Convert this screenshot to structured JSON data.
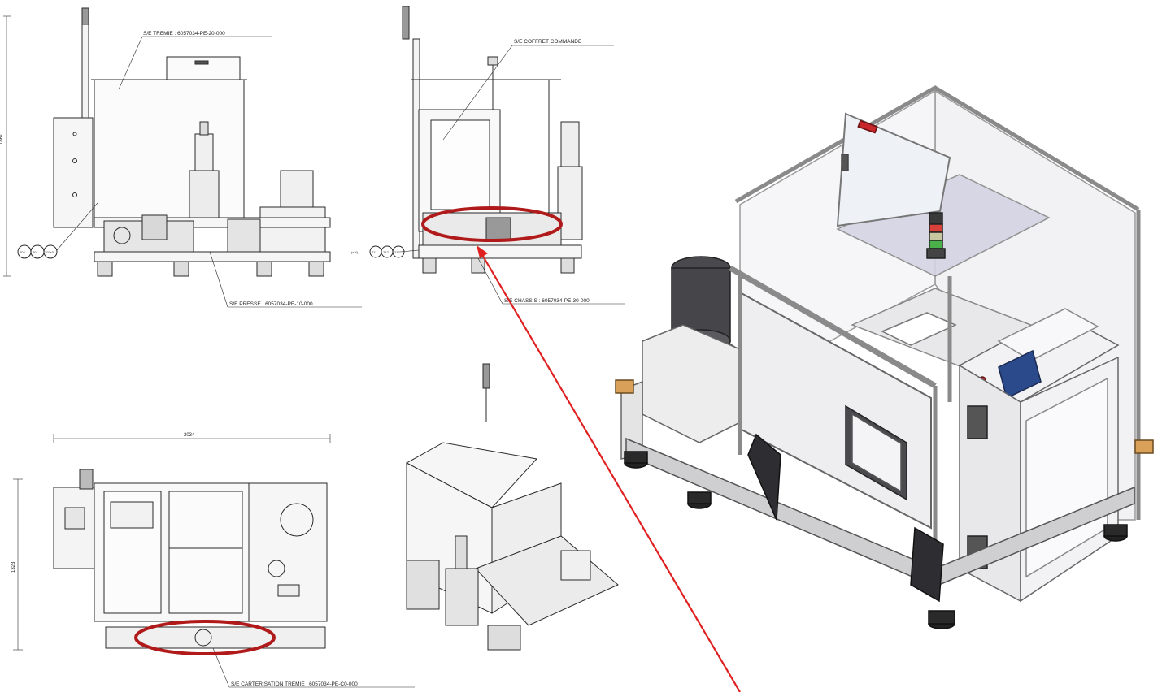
{
  "callouts": {
    "tremie": "S/E TREMIE : 6057034-PE-20-000",
    "coffret": "S/E COFFRET COMMANDE",
    "presse": "S/E PRESSE : 6057034-PE-10-000",
    "chassis": "S/E CHASSIS : 6057034-PE-30-000",
    "carterisation": "S/E CARTERISATION TREMIE : 6057034-PE-C0-000"
  },
  "dimensions": {
    "top_width": "2034",
    "side_depth": "1323",
    "front_height": "1867"
  },
  "balloons": {
    "side_a": "202",
    "side_b": "201",
    "side_c": "207x3",
    "front_qty": "(x 4)",
    "front_a": "211",
    "front_b": "212",
    "front_c": "213"
  },
  "colors": {
    "highlight": "#b01a1a",
    "arrow": "#e02020",
    "line": "#2a2a2a",
    "panel": "#f2f2f4",
    "dark": "#3c3c40",
    "screen": "#2a4a8c"
  }
}
